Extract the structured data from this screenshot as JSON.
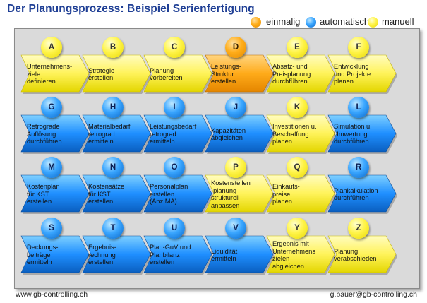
{
  "title": "Der Planungsprozess: Beispiel Serienfertigung",
  "legend": [
    {
      "label": "einmalig",
      "color": "#ffa000"
    },
    {
      "label": "automatisch",
      "color": "#1e90ff"
    },
    {
      "label": "manuell",
      "color": "#ffee22"
    }
  ],
  "steps": [
    {
      "letter": "A",
      "text": "Unternehmens-\nziele\ndefinieren",
      "type": "manuell"
    },
    {
      "letter": "B",
      "text": "Strategie\nerstellen",
      "type": "manuell"
    },
    {
      "letter": "C",
      "text": "Planung\nvorbereiten",
      "type": "manuell"
    },
    {
      "letter": "D",
      "text": "Leistungs-\nStruktur\nerstellen",
      "type": "einmalig"
    },
    {
      "letter": "E",
      "text": "Absatz- und\nPreisplanung\ndurchführen",
      "type": "manuell"
    },
    {
      "letter": "F",
      "text": "Entwicklung\nund Projekte\nplanen",
      "type": "manuell"
    },
    {
      "letter": "G",
      "text": "Retrograde\nAuflösung\ndurchführen",
      "type": "automatisch"
    },
    {
      "letter": "H",
      "text": "Materialbedarf\n    retrograd\nermitteln",
      "type": "automatisch"
    },
    {
      "letter": "I",
      "text": "Leistungsbedarf\n    retrograd\nermitteln",
      "type": "automatisch"
    },
    {
      "letter": "J",
      "text": "Kapazitäten\nabgleichen",
      "type": "automatisch"
    },
    {
      "letter": "K",
      "text": "Investitionen u.\nBeschaffung\nplanen",
      "type": "manuell"
    },
    {
      "letter": "L",
      "text": "Simulation u.\nUmwertung\ndurchführen",
      "type": "automatisch"
    },
    {
      "letter": "M",
      "text": "Kostenplan\nfür KST\nerstellen",
      "type": "automatisch"
    },
    {
      "letter": "N",
      "text": "Kostensätze\nfür KST\nerstellen",
      "type": "automatisch"
    },
    {
      "letter": "O",
      "text": "Personalplan\n   erstellen\n(Anz.MA)",
      "type": "automatisch"
    },
    {
      "letter": "P",
      "text": "Kostenstellen\n-planung\nstrukturell\nanpassen",
      "type": "manuell"
    },
    {
      "letter": "Q",
      "text": "Einkaufs-\npreise\nplanen",
      "type": "manuell"
    },
    {
      "letter": "R",
      "text": "Plankalkulation\ndurchführen",
      "type": "automatisch"
    },
    {
      "letter": "S",
      "text": "Deckungs-\nbeiträge\nermitteln",
      "type": "automatisch"
    },
    {
      "letter": "T",
      "text": "Ergebnis-\nrechnung\nerstellen",
      "type": "automatisch"
    },
    {
      "letter": "U",
      "text": "Plan-GuV  und\nPlanbilanz\nerstellen",
      "type": "automatisch"
    },
    {
      "letter": "V",
      "text": "Liquidität\nermitteln",
      "type": "automatisch"
    },
    {
      "letter": "Y",
      "text": "Ergebnis mit\nUnternehmens\nzielen\nabgleichen",
      "type": "manuell"
    },
    {
      "letter": "Z",
      "text": "Planung\nverabschieden",
      "type": "manuell"
    }
  ],
  "footer": {
    "left": "www.gb-controlling.ch",
    "right": "g.bauer@gb-controlling.ch"
  }
}
